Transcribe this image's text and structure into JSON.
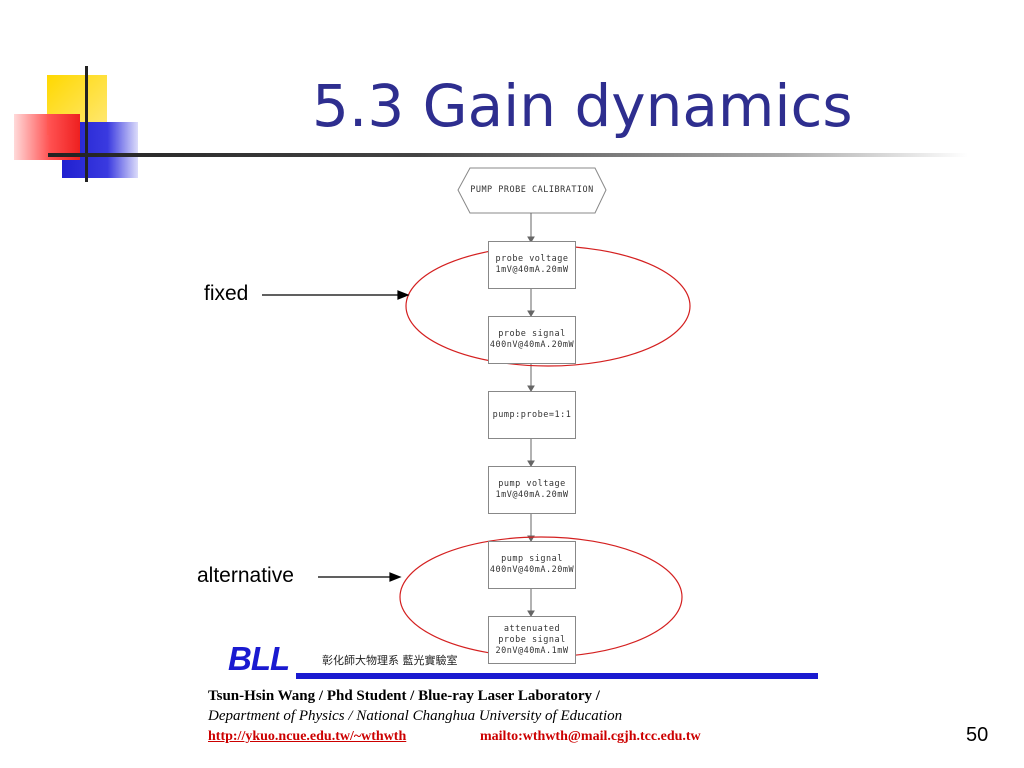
{
  "slide": {
    "title": "5.3 Gain dynamics",
    "page_number": "50"
  },
  "flowchart": {
    "start": "PUMP PROBE CALIBRATION",
    "steps": [
      {
        "line1": "probe voltage",
        "line2": "1mV@40mA.20mW"
      },
      {
        "line1": "probe signal",
        "line2": "400nV@40mA.20mW"
      },
      {
        "line1": "pump:probe=1:1",
        "line2": ""
      },
      {
        "line1": "pump voltage",
        "line2": "1mV@40mA.20mW"
      },
      {
        "line1": "pump signal",
        "line2": "400nV@40mA.20mW"
      },
      {
        "line1": "attenuated",
        "line2": "probe signal",
        "line3": "20nV@40mA.1mW"
      }
    ]
  },
  "annotations": {
    "fixed": "fixed",
    "alternative": "alternative",
    "highlight_color": "#d42020"
  },
  "footer": {
    "logo": "BLL",
    "lab_chinese": "彰化師大物理系 藍光實驗室",
    "author_line": "Tsun-Hsin Wang / Phd Student / Blue-ray Laser Laboratory /",
    "department_line": "Department of Physics / National Changhua University of Education",
    "url": "http://ykuo.ncue.edu.tw/~wthwth",
    "email": "mailto:wthwth@mail.cgjh.tcc.edu.tw"
  },
  "colors": {
    "title": "#2e2e8f",
    "logo_blue": "#1a1ad0",
    "link_red": "#cc0000"
  }
}
